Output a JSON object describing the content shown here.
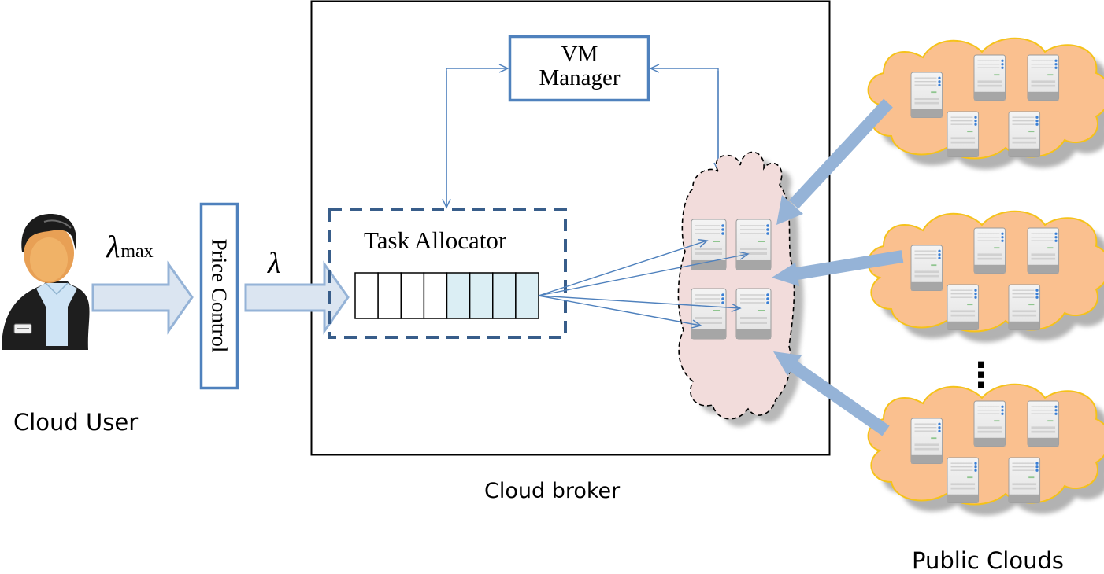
{
  "labels": {
    "cloud_user": "Cloud User",
    "lambda_max_symbol": "λ",
    "lambda_max_subscript": "max",
    "lambda_symbol": "λ",
    "price_control": "Price Control",
    "vm_manager_line1": "VM",
    "vm_manager_line2": "Manager",
    "task_allocator": "Task Allocator",
    "cloud_broker": "Cloud broker",
    "public_clouds": "Public Clouds",
    "ellipsis": "⋮"
  },
  "queue": {
    "total_slots": 8,
    "filled_slots": 4
  },
  "private_cloud": {
    "server_count": 4
  },
  "public_clouds": {
    "visible_count": 3,
    "servers_per_cloud": 5
  },
  "colors": {
    "box_border_blue": "#4f81bd",
    "dashed_border": "#385d8a",
    "wide_arrow_fill": "#dbe5f1",
    "wide_arrow_stroke": "#95b3d7",
    "thick_arrow": "#95b3d7",
    "thin_arrow": "#4f81bd",
    "queue_filled": "#dbeef4",
    "private_cloud_fill": "#f2dcdb",
    "public_cloud_fill": "#fac08f",
    "public_cloud_stroke": "#f5c21a"
  }
}
